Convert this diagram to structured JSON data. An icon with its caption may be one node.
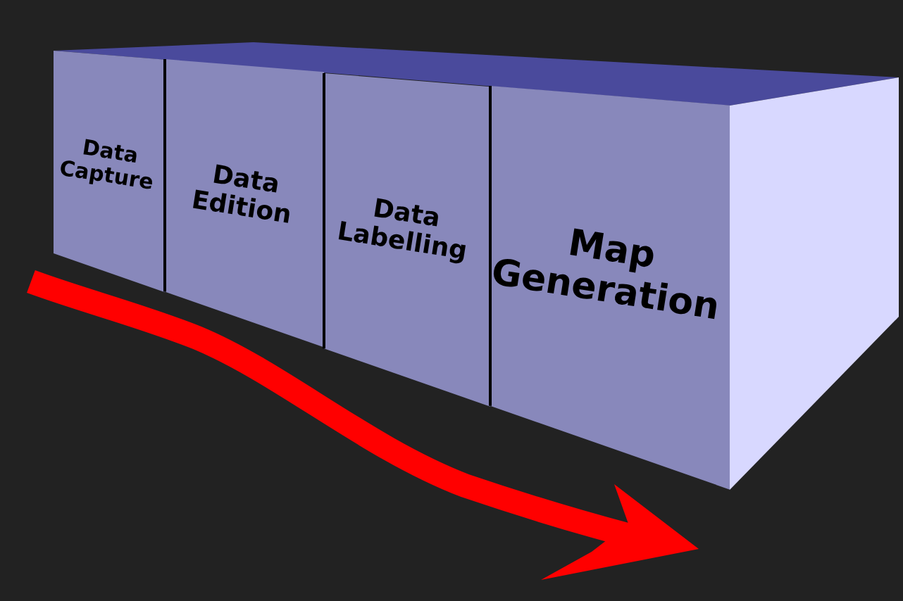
{
  "diagram": {
    "nodes": [
      {
        "text": [
          "Data Capture"
        ]
      },
      {
        "text": [
          "Data Edition"
        ]
      },
      {
        "text": [
          "Data Labelling"
        ]
      },
      {
        "text": [
          "Map Generation"
        ]
      }
    ]
  }
}
